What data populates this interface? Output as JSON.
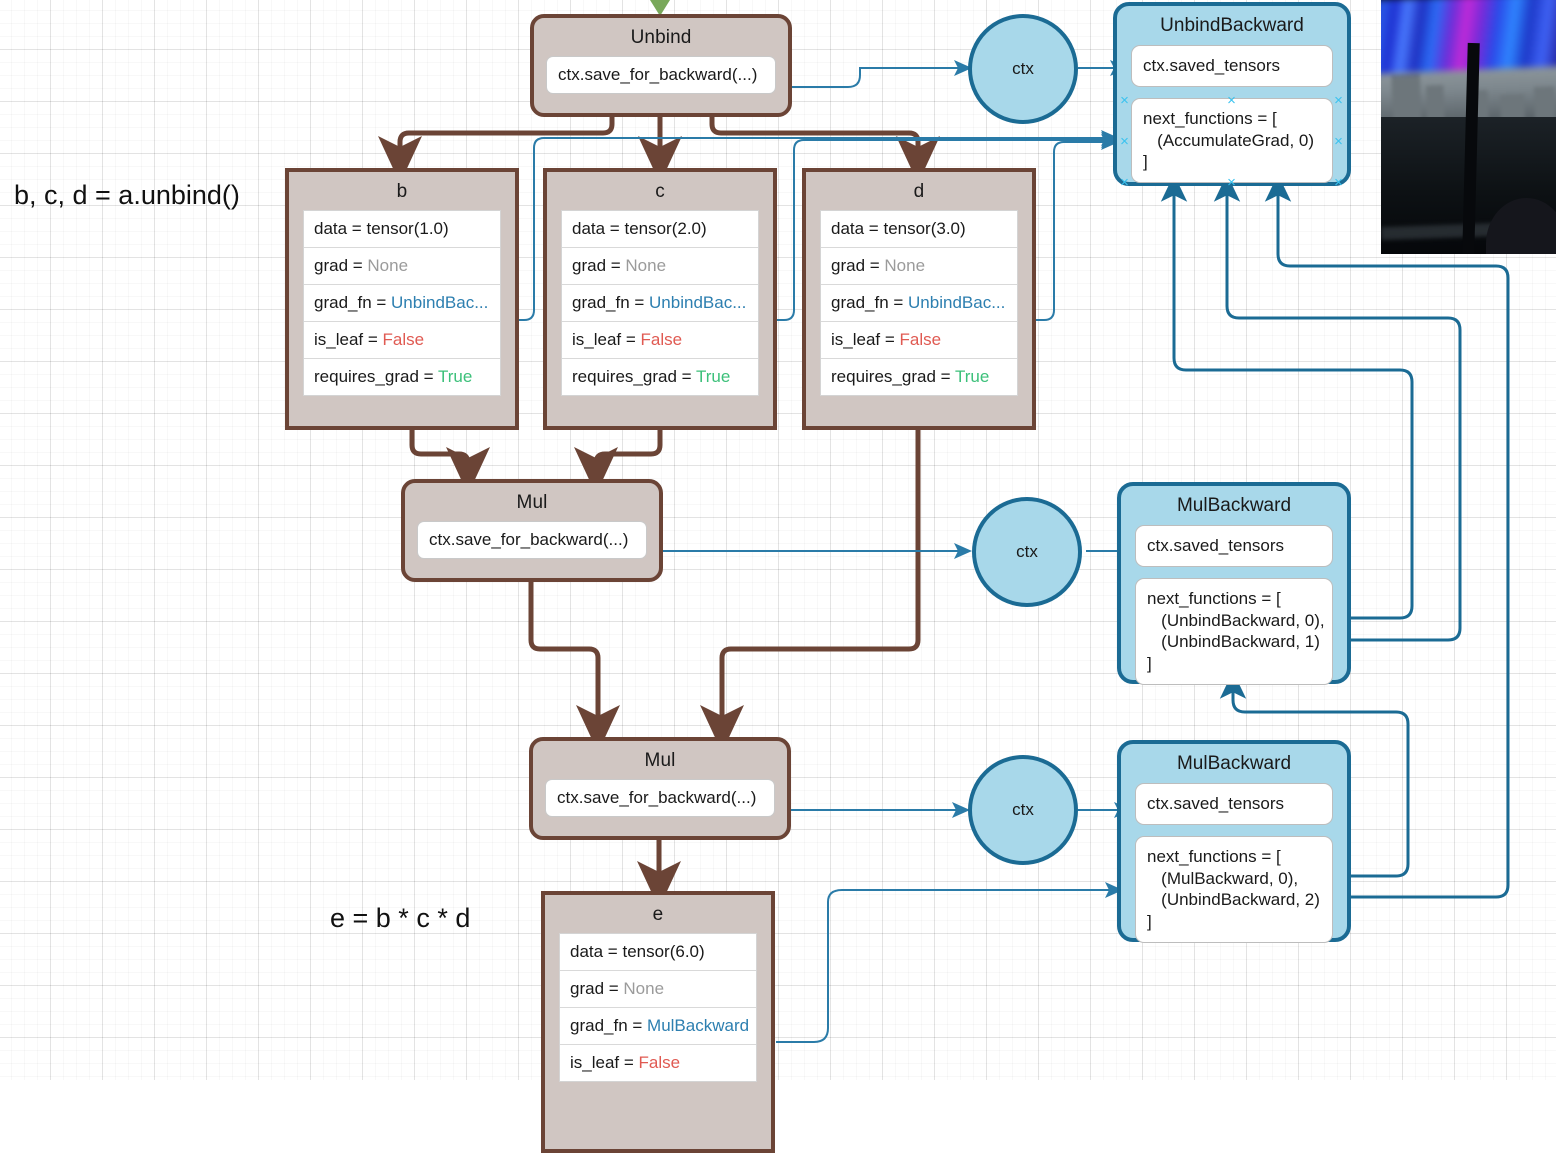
{
  "canvas": {
    "grid": true,
    "background_color": "#ffffff",
    "forward_node_fill": "#d0c6c2",
    "forward_node_border": "#6b4436",
    "backward_node_fill": "#a8d8ea",
    "backward_node_border": "#1b6b94",
    "edge_color_forward": "#6b4436",
    "edge_color_backward": "#2a7ba8",
    "selection_handle_color": "#39c2ef",
    "entry_arrow_color": "#79a85a"
  },
  "labels": {
    "unbind_expr": "b, c, d = a.unbind()",
    "mul_expr": "e = b * c * d"
  },
  "ops": {
    "unbind": {
      "title": "Unbind",
      "slot": "ctx.save_for_backward(...)"
    },
    "mul1": {
      "title": "Mul",
      "slot": "ctx.save_for_backward(...)"
    },
    "mul2": {
      "title": "Mul",
      "slot": "ctx.save_for_backward(...)"
    }
  },
  "ctx_nodes": [
    {
      "label": "ctx"
    },
    {
      "label": "ctx"
    },
    {
      "label": "ctx"
    }
  ],
  "tensors": [
    {
      "name": "b",
      "rows": [
        {
          "key": "data = ",
          "value": "tensor(1.0)",
          "value_class": ""
        },
        {
          "key": "grad = ",
          "value": "None",
          "value_class": "v-none"
        },
        {
          "key": "grad_fn = ",
          "value": "UnbindBac...",
          "value_class": "v-blue"
        },
        {
          "key": "is_leaf = ",
          "value": "False",
          "value_class": "v-red"
        },
        {
          "key": "requires_grad = ",
          "value": "True",
          "value_class": "v-green"
        }
      ]
    },
    {
      "name": "c",
      "rows": [
        {
          "key": "data = ",
          "value": "tensor(2.0)",
          "value_class": ""
        },
        {
          "key": "grad = ",
          "value": "None",
          "value_class": "v-none"
        },
        {
          "key": "grad_fn = ",
          "value": "UnbindBac...",
          "value_class": "v-blue"
        },
        {
          "key": "is_leaf = ",
          "value": "False",
          "value_class": "v-red"
        },
        {
          "key": "requires_grad = ",
          "value": "True",
          "value_class": "v-green"
        }
      ]
    },
    {
      "name": "d",
      "rows": [
        {
          "key": "data = ",
          "value": "tensor(3.0)",
          "value_class": ""
        },
        {
          "key": "grad = ",
          "value": "None",
          "value_class": "v-none"
        },
        {
          "key": "grad_fn = ",
          "value": "UnbindBac...",
          "value_class": "v-blue"
        },
        {
          "key": "is_leaf = ",
          "value": "False",
          "value_class": "v-red"
        },
        {
          "key": "requires_grad = ",
          "value": "True",
          "value_class": "v-green"
        }
      ]
    },
    {
      "name": "e",
      "rows": [
        {
          "key": "data = ",
          "value": "tensor(6.0)",
          "value_class": ""
        },
        {
          "key": "grad = ",
          "value": "None",
          "value_class": "v-none"
        },
        {
          "key": "grad_fn = ",
          "value": "MulBackward",
          "value_class": "v-blue"
        },
        {
          "key": "is_leaf = ",
          "value": "False",
          "value_class": "v-red"
        }
      ]
    }
  ],
  "grad_fns": {
    "unbind_backward": {
      "title": "UnbindBackward",
      "saved": "ctx.saved_tensors",
      "next_functions": "next_functions = [\n   (AccumulateGrad, 0)\n]",
      "selected": true
    },
    "mul_backward_1": {
      "title": "MulBackward",
      "saved": "ctx.saved_tensors",
      "next_functions": "next_functions = [\n   (UnbindBackward, 0),\n   (UnbindBackward, 1)\n]",
      "selected": false
    },
    "mul_backward_2": {
      "title": "MulBackward",
      "saved": "ctx.saved_tensors",
      "next_functions": "next_functions = [\n   (MulBackward, 0),\n   (UnbindBackward, 2)\n]",
      "selected": false
    }
  },
  "webcam": {
    "description": "window-view-cityscape-with-led-lights"
  }
}
